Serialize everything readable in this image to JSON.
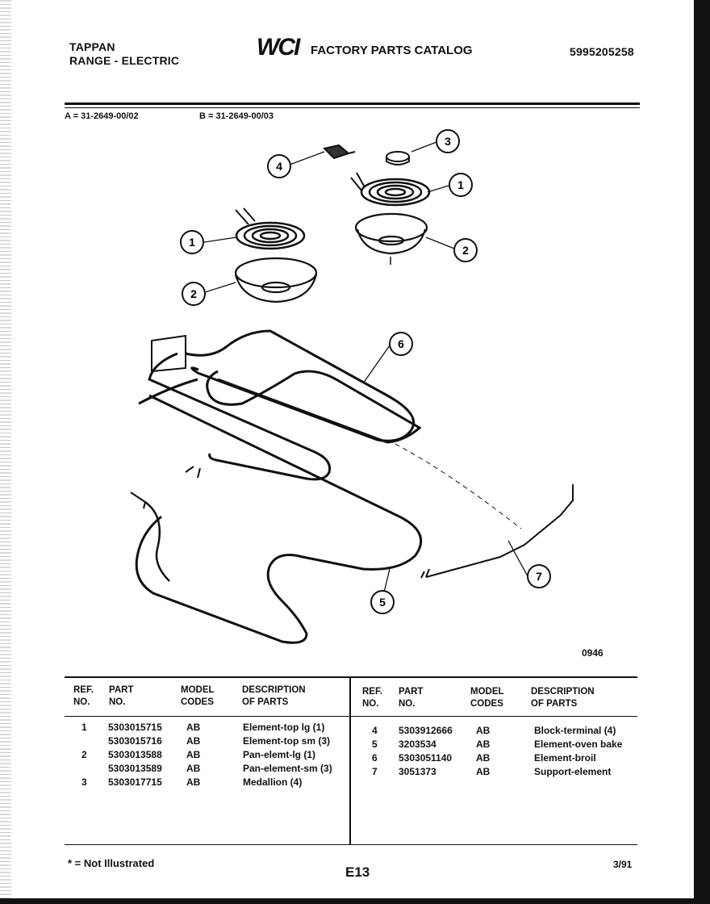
{
  "header": {
    "brand": "TAPPAN",
    "product": "RANGE - ELECTRIC",
    "logo": "WCI",
    "catalog_title": "FACTORY PARTS CATALOG",
    "catalog_number": "5995205258"
  },
  "models": {
    "a": "A = 31-2649-00/02",
    "b": "B = 31-2649-00/03"
  },
  "diagram": {
    "callouts": [
      "1",
      "2",
      "3",
      "4",
      "1",
      "2",
      "6",
      "7",
      "5"
    ],
    "figure_code": "0946"
  },
  "table": {
    "headers": {
      "ref": [
        "REF.",
        "NO."
      ],
      "part": [
        "PART",
        "NO."
      ],
      "model": [
        "MODEL",
        "CODES"
      ],
      "desc": [
        "DESCRIPTION",
        "OF PARTS"
      ]
    },
    "left_rows": [
      {
        "ref": "1",
        "part": "5303015715",
        "code": "AB",
        "desc": "Element-top lg (1)"
      },
      {
        "ref": "",
        "part": "5303015716",
        "code": "AB",
        "desc": "Element-top sm (3)"
      },
      {
        "ref": "2",
        "part": "5303013588",
        "code": "AB",
        "desc": "Pan-elemt-lg (1)"
      },
      {
        "ref": "",
        "part": "5303013589",
        "code": "AB",
        "desc": "Pan-element-sm (3)"
      },
      {
        "ref": "3",
        "part": "5303017715",
        "code": "AB",
        "desc": "Medallion (4)"
      }
    ],
    "right_rows": [
      {
        "ref": "4",
        "part": "5303912666",
        "code": "AB",
        "desc": "Block-terminal (4)"
      },
      {
        "ref": "5",
        "part": "3203534",
        "code": "AB",
        "desc": "Element-oven bake"
      },
      {
        "ref": "6",
        "part": "5303051140",
        "code": "AB",
        "desc": "Element-broil"
      },
      {
        "ref": "7",
        "part": "3051373",
        "code": "AB",
        "desc": "Support-element"
      }
    ]
  },
  "footer": {
    "note": "* = Not Illustrated",
    "page": "E13",
    "date": "3/91"
  }
}
